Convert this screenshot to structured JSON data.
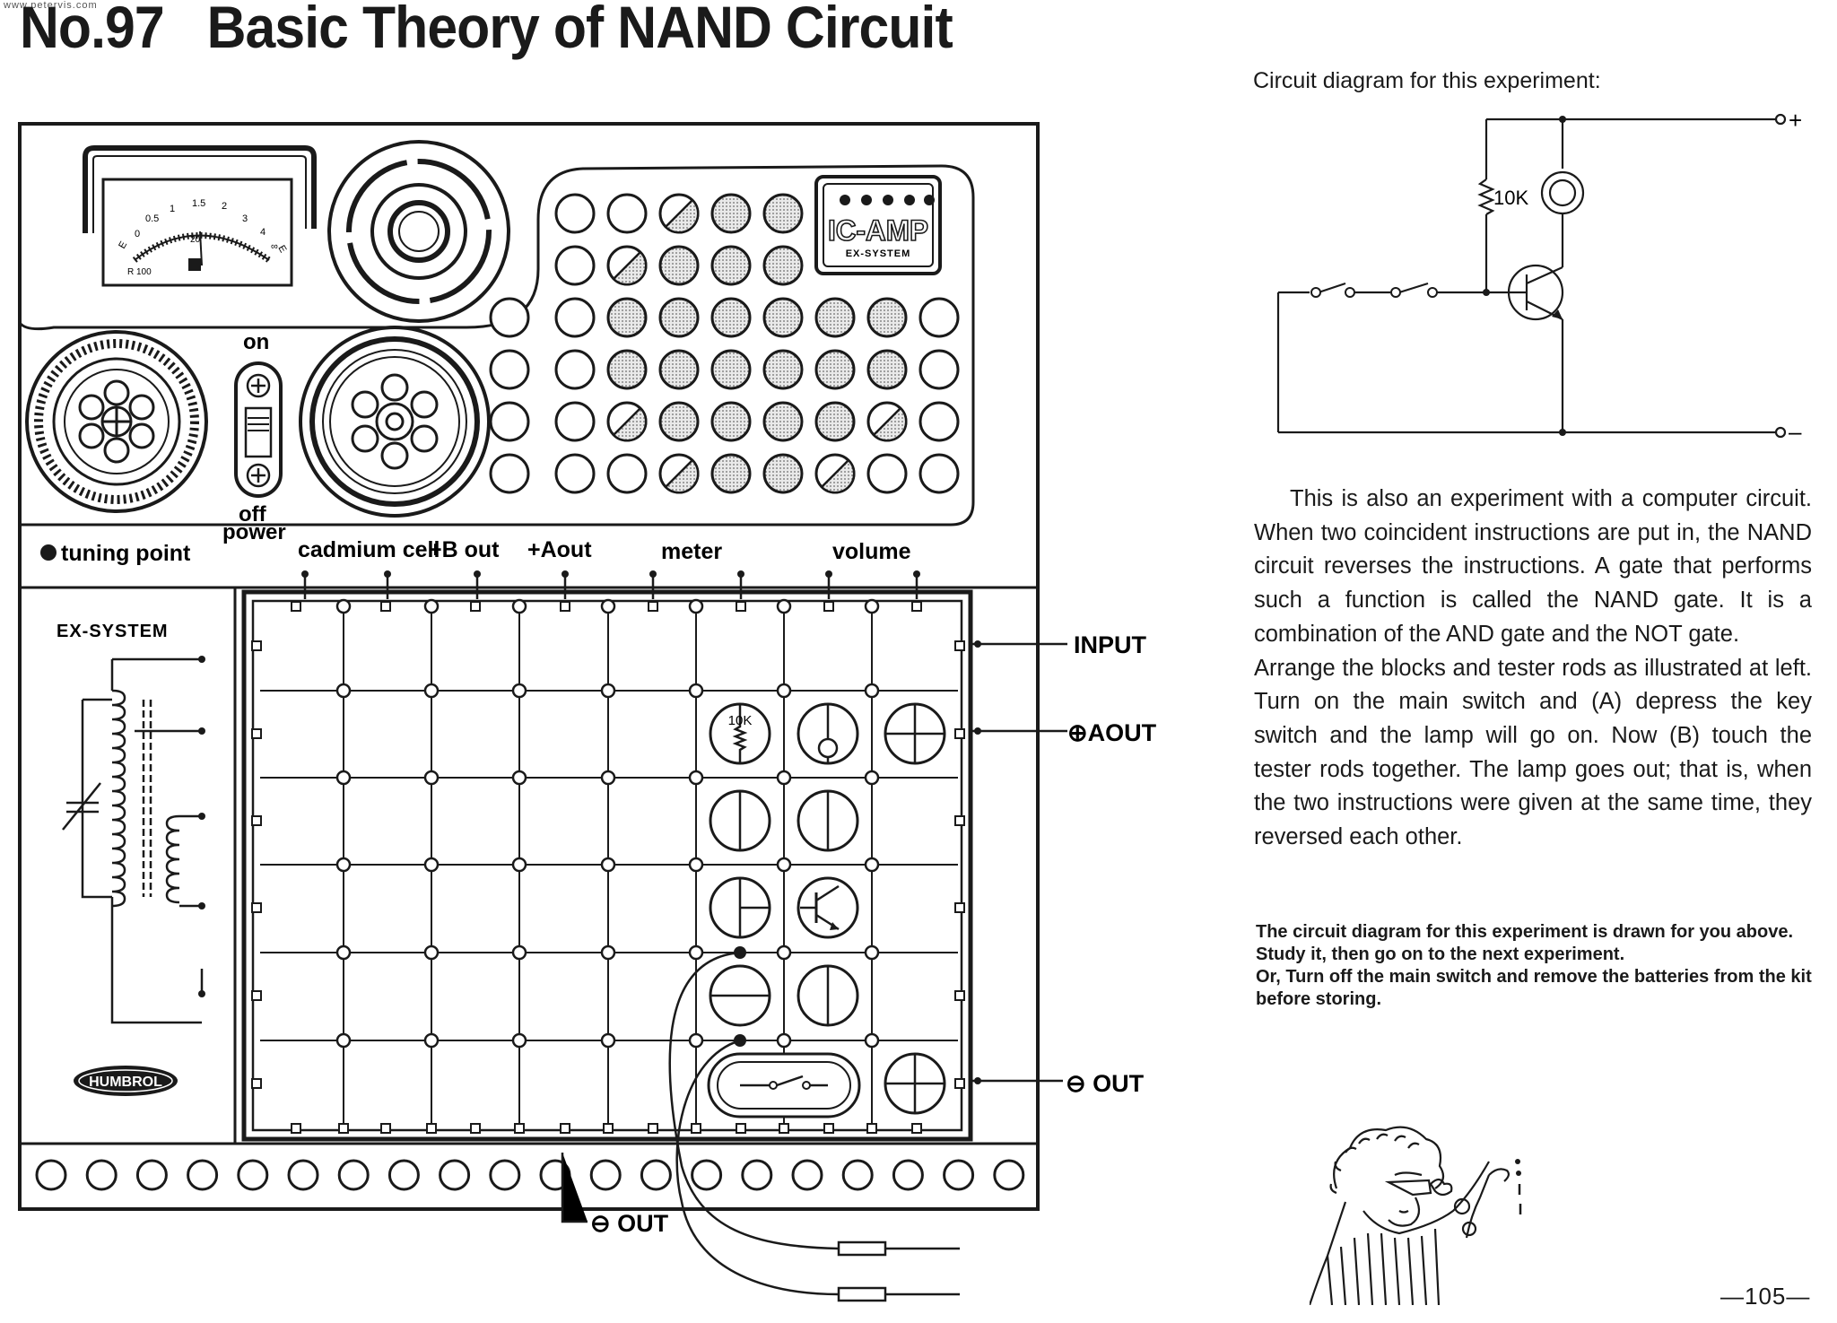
{
  "site_url": "www.petervis.com",
  "header": {
    "number": "No.97",
    "title": "Basic Theory of NAND Circuit"
  },
  "kit": {
    "logo_top": "IC-AMP",
    "logo_sub": "EX-SYSTEM",
    "meter_scale": [
      "0",
      "0.5",
      "1",
      "1.5",
      "2",
      "3",
      "4",
      "∞"
    ],
    "meter_left_letters": "E",
    "meter_right_letters": "E",
    "meter_bottom_left": "R 100",
    "meter_bottom_mid": "20",
    "switch_on": "on",
    "switch_off": "off",
    "switch_power": "power",
    "tuning_point": "tuning point",
    "terminals": [
      "cadmium cell",
      "+B out",
      "+Aout",
      "meter",
      "volume"
    ],
    "panel_label": "EX-SYSTEM",
    "brand": "HUMBROL",
    "resistor_label": "10K",
    "outputs": {
      "input": "INPUT",
      "aout": "⊕AOUT",
      "out_right": "⊖ OUT",
      "out_bottom": "⊖ OUT"
    }
  },
  "schematic": {
    "caption": "Circuit diagram for this experiment:",
    "plus": "+",
    "minus": "–",
    "resistor": "10K"
  },
  "body": {
    "paragraph1": "This is also an experiment with a computer circuit. When two coincident instructions are put in, the NAND circuit reverses the instructions. A gate that performs such a function is called the NAND gate. It is a combination of the AND gate and the NOT gate.",
    "paragraph2": "Arrange the blocks and tester rods as illustrated at left. Turn on the main switch and (A) depress the key switch and the lamp will go on. Now (B) touch the tester rods together. The lamp goes out; that is, when the two instructions were given at the same time, they reversed each other."
  },
  "note": {
    "line1": "The circuit diagram for this experiment is drawn for you above. Study it, then go on to the next experiment.",
    "line2_lead": "Or,",
    "line2_rest": " Turn off the main switch and remove the batteries from the kit before storing."
  },
  "page_number": "—105—"
}
